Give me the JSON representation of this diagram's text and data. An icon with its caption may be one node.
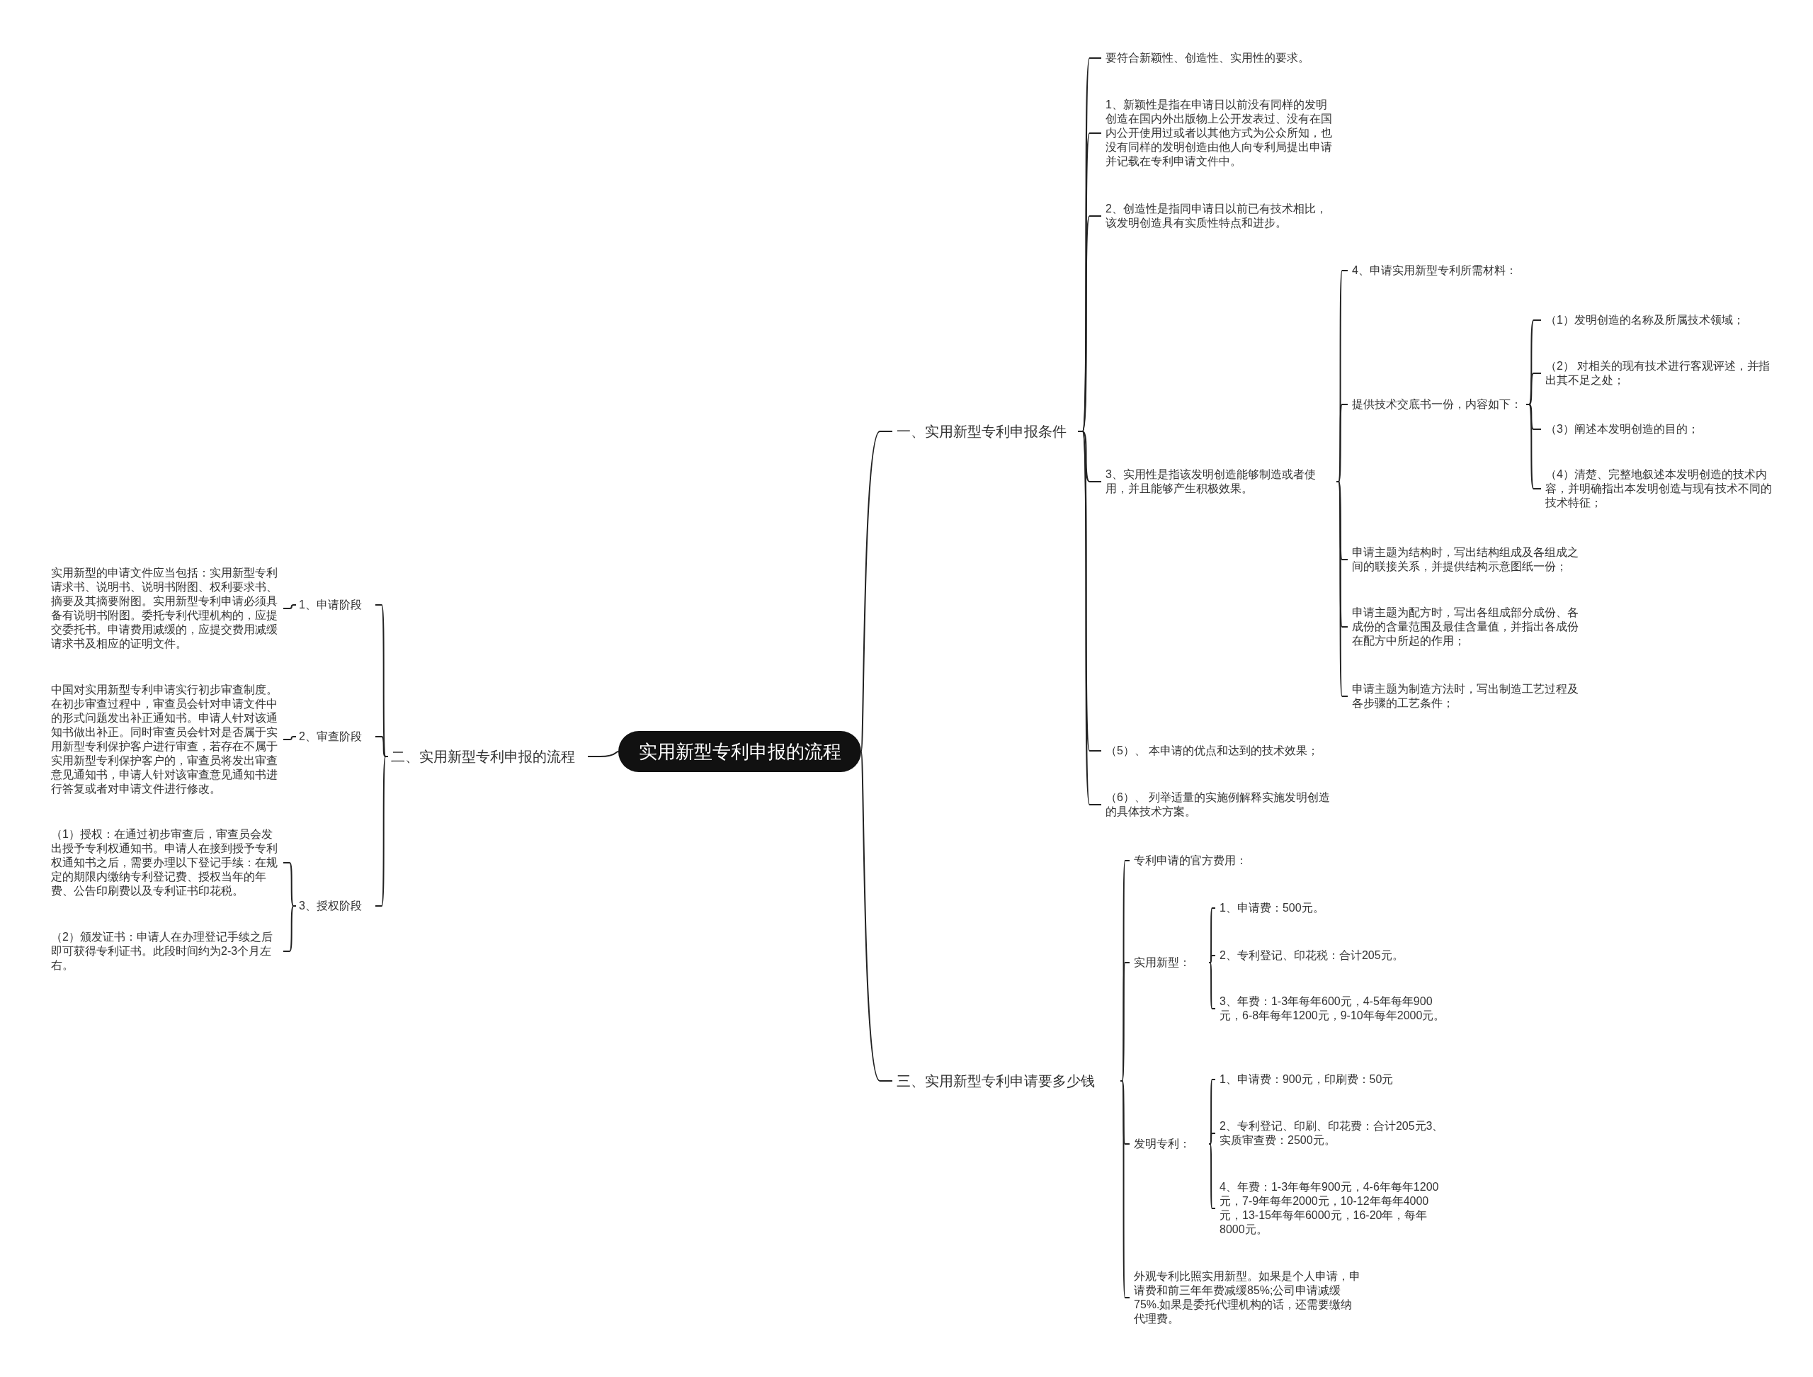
{
  "diagram": {
    "nodes": [
      {
        "text": [
          "实用新型专利申报的流程"
        ]
      },
      {
        "text": [
          "一、实用新型专利申报条件"
        ]
      },
      {
        "text": [
          "要符合新颖性、创造性、实用性的要求。"
        ]
      },
      {
        "text": [
          "1、新颖性是指在申请日以前没有同样的发明创造在国内外出版物上公开发表过、没有在国内公开使用过或者以其他方式为公众所知，也没有同样的发明创造由他人向专利局提出申请并记载在专利申请文件中。"
        ]
      },
      {
        "text": [
          "2、创造性是指同申请日以前已有技术相比，该发明创造具有实质性特点和进步。"
        ]
      },
      {
        "text": [
          "3、实用性是指该发明创造能够制造或者使用，并且能够产生积极效果。"
        ]
      },
      {
        "text": [
          "4、申请实用新型专利所需材料："
        ]
      },
      {
        "text": [
          "提供技术交底书一份，内容如下："
        ]
      },
      {
        "text": [
          "（1）发明创造的名称及所属技术领域；"
        ]
      },
      {
        "text": [
          "（2） 对相关的现有技术进行客观评述，并指出其不足之处；"
        ]
      },
      {
        "text": [
          "（3）阐述本发明创造的目的；"
        ]
      },
      {
        "text": [
          "（4）清楚、完整地叙述本发明创造的技术内容，并明确指出本发明创造与现有技术不同的技术特征；"
        ]
      },
      {
        "text": [
          "申请主题为结构时，写出结构组成及各组成之间的联接关系，并提供结构示意图纸一份；"
        ]
      },
      {
        "text": [
          "申请主题为配方时，写出各组成部分成份、各成份的含量范围及最佳含量值，并指出各成份在配方中所起的作用；"
        ]
      },
      {
        "text": [
          "申请主题为制造方法时，写出制造工艺过程及各步骤的工艺条件；"
        ]
      },
      {
        "text": [
          "（5）、 本申请的优点和达到的技术效果；"
        ]
      },
      {
        "text": [
          "（6）、 列举适量的实施例解释实施发明创造的具体技术方案。"
        ]
      },
      {
        "text": [
          "二、实用新型专利申报的流程"
        ]
      },
      {
        "text": [
          "1、申请阶段"
        ]
      },
      {
        "text": [
          "实用新型的申请文件应当包括：实用新型专利请求书、说明书、说明书附图、权利要求书、摘要及其摘要附图。实用新型专利申请必须具备有说明书附图。委托专利代理机构的，应提交委托书。申请费用减缓的，应提交费用减缓请求书及相应的证明文件。"
        ]
      },
      {
        "text": [
          "2、审查阶段"
        ]
      },
      {
        "text": [
          "中国对实用新型专利申请实行初步审查制度。在初步审查过程中，审查员会针对申请文件中的形式问题发出补正通知书。申请人针对该通知书做出补正。同时审查员会针对是否属于实用新型专利保护客户进行审查，若存在不属于实用新型专利保护客户的，审查员将发出审查意见通知书，申请人针对该审查意见通知书进行答复或者对申请文件进行修改。"
        ]
      },
      {
        "text": [
          "3、授权阶段"
        ]
      },
      {
        "text": [
          "（1）授权：在通过初步审查后，审查员会发出授予专利权通知书。申请人在接到授予专利权通知书之后，需要办理以下登记手续：在规定的期限内缴纳专利登记费、授权当年的年费、公告印刷费以及专利证书印花税。"
        ]
      },
      {
        "text": [
          "（2）颁发证书：申请人在办理登记手续之后即可获得专利证书。此段时间约为2-3个月左右。"
        ]
      },
      {
        "text": [
          "三、实用新型专利申请要多少钱"
        ]
      },
      {
        "text": [
          "专利申请的官方费用："
        ]
      },
      {
        "text": [
          "实用新型："
        ]
      },
      {
        "text": [
          "1、申请费：500元。"
        ]
      },
      {
        "text": [
          "2、专利登记、印花税：合计205元。"
        ]
      },
      {
        "text": [
          "3、年费：1-3年每年600元，4-5年每年900元，6-8年每年1200元，9-10年每年2000元。"
        ]
      },
      {
        "text": [
          "发明专利："
        ]
      },
      {
        "text": [
          "1、申请费：900元，印刷费：50元"
        ]
      },
      {
        "text": [
          "2、专利登记、印刷、印花费：合计205元3、实质审查费：2500元。"
        ]
      },
      {
        "text": [
          "4、年费：1-3年每年900元，4-6年每年1200元，7-9年每年2000元，10-12年每年4000元，13-15年每年6000元，16-20年，每年8000元。"
        ]
      },
      {
        "text": [
          "外观专利比照实用新型。如果是个人申请，申请费和前三年年费减缓85%;公司申请减缓75%.如果是委托代理机构的话，还需要缴纳代理费。"
        ]
      }
    ],
    "edges": [
      {
        "from": 0,
        "to": 1,
        "arrow": "none"
      },
      {
        "from": 0,
        "to": 17,
        "arrow": "none"
      },
      {
        "from": 0,
        "to": 25,
        "arrow": "none"
      },
      {
        "from": 1,
        "to": 2,
        "arrow": "none"
      },
      {
        "from": 1,
        "to": 3,
        "arrow": "none"
      },
      {
        "from": 1,
        "to": 4,
        "arrow": "none"
      },
      {
        "from": 1,
        "to": 5,
        "arrow": "none"
      },
      {
        "from": 1,
        "to": 15,
        "arrow": "none"
      },
      {
        "from": 1,
        "to": 16,
        "arrow": "none"
      },
      {
        "from": 5,
        "to": 6,
        "arrow": "none"
      },
      {
        "from": 5,
        "to": 7,
        "arrow": "none"
      },
      {
        "from": 5,
        "to": 12,
        "arrow": "none"
      },
      {
        "from": 5,
        "to": 13,
        "arrow": "none"
      },
      {
        "from": 5,
        "to": 14,
        "arrow": "none"
      },
      {
        "from": 7,
        "to": 8,
        "arrow": "none"
      },
      {
        "from": 7,
        "to": 9,
        "arrow": "none"
      },
      {
        "from": 7,
        "to": 10,
        "arrow": "none"
      },
      {
        "from": 7,
        "to": 11,
        "arrow": "none"
      },
      {
        "from": 17,
        "to": 18,
        "arrow": "none"
      },
      {
        "from": 17,
        "to": 20,
        "arrow": "none"
      },
      {
        "from": 17,
        "to": 22,
        "arrow": "none"
      },
      {
        "from": 18,
        "to": 19,
        "arrow": "none"
      },
      {
        "from": 20,
        "to": 21,
        "arrow": "none"
      },
      {
        "from": 22,
        "to": 23,
        "arrow": "none"
      },
      {
        "from": 22,
        "to": 24,
        "arrow": "none"
      },
      {
        "from": 25,
        "to": 26,
        "arrow": "none"
      },
      {
        "from": 25,
        "to": 27,
        "arrow": "none"
      },
      {
        "from": 25,
        "to": 31,
        "arrow": "none"
      },
      {
        "from": 25,
        "to": 35,
        "arrow": "none"
      },
      {
        "from": 27,
        "to": 28,
        "arrow": "none"
      },
      {
        "from": 27,
        "to": 29,
        "arrow": "none"
      },
      {
        "from": 27,
        "to": 30,
        "arrow": "none"
      },
      {
        "from": 31,
        "to": 32,
        "arrow": "none"
      },
      {
        "from": 31,
        "to": 33,
        "arrow": "none"
      },
      {
        "from": 31,
        "to": 34,
        "arrow": "none"
      }
    ]
  }
}
